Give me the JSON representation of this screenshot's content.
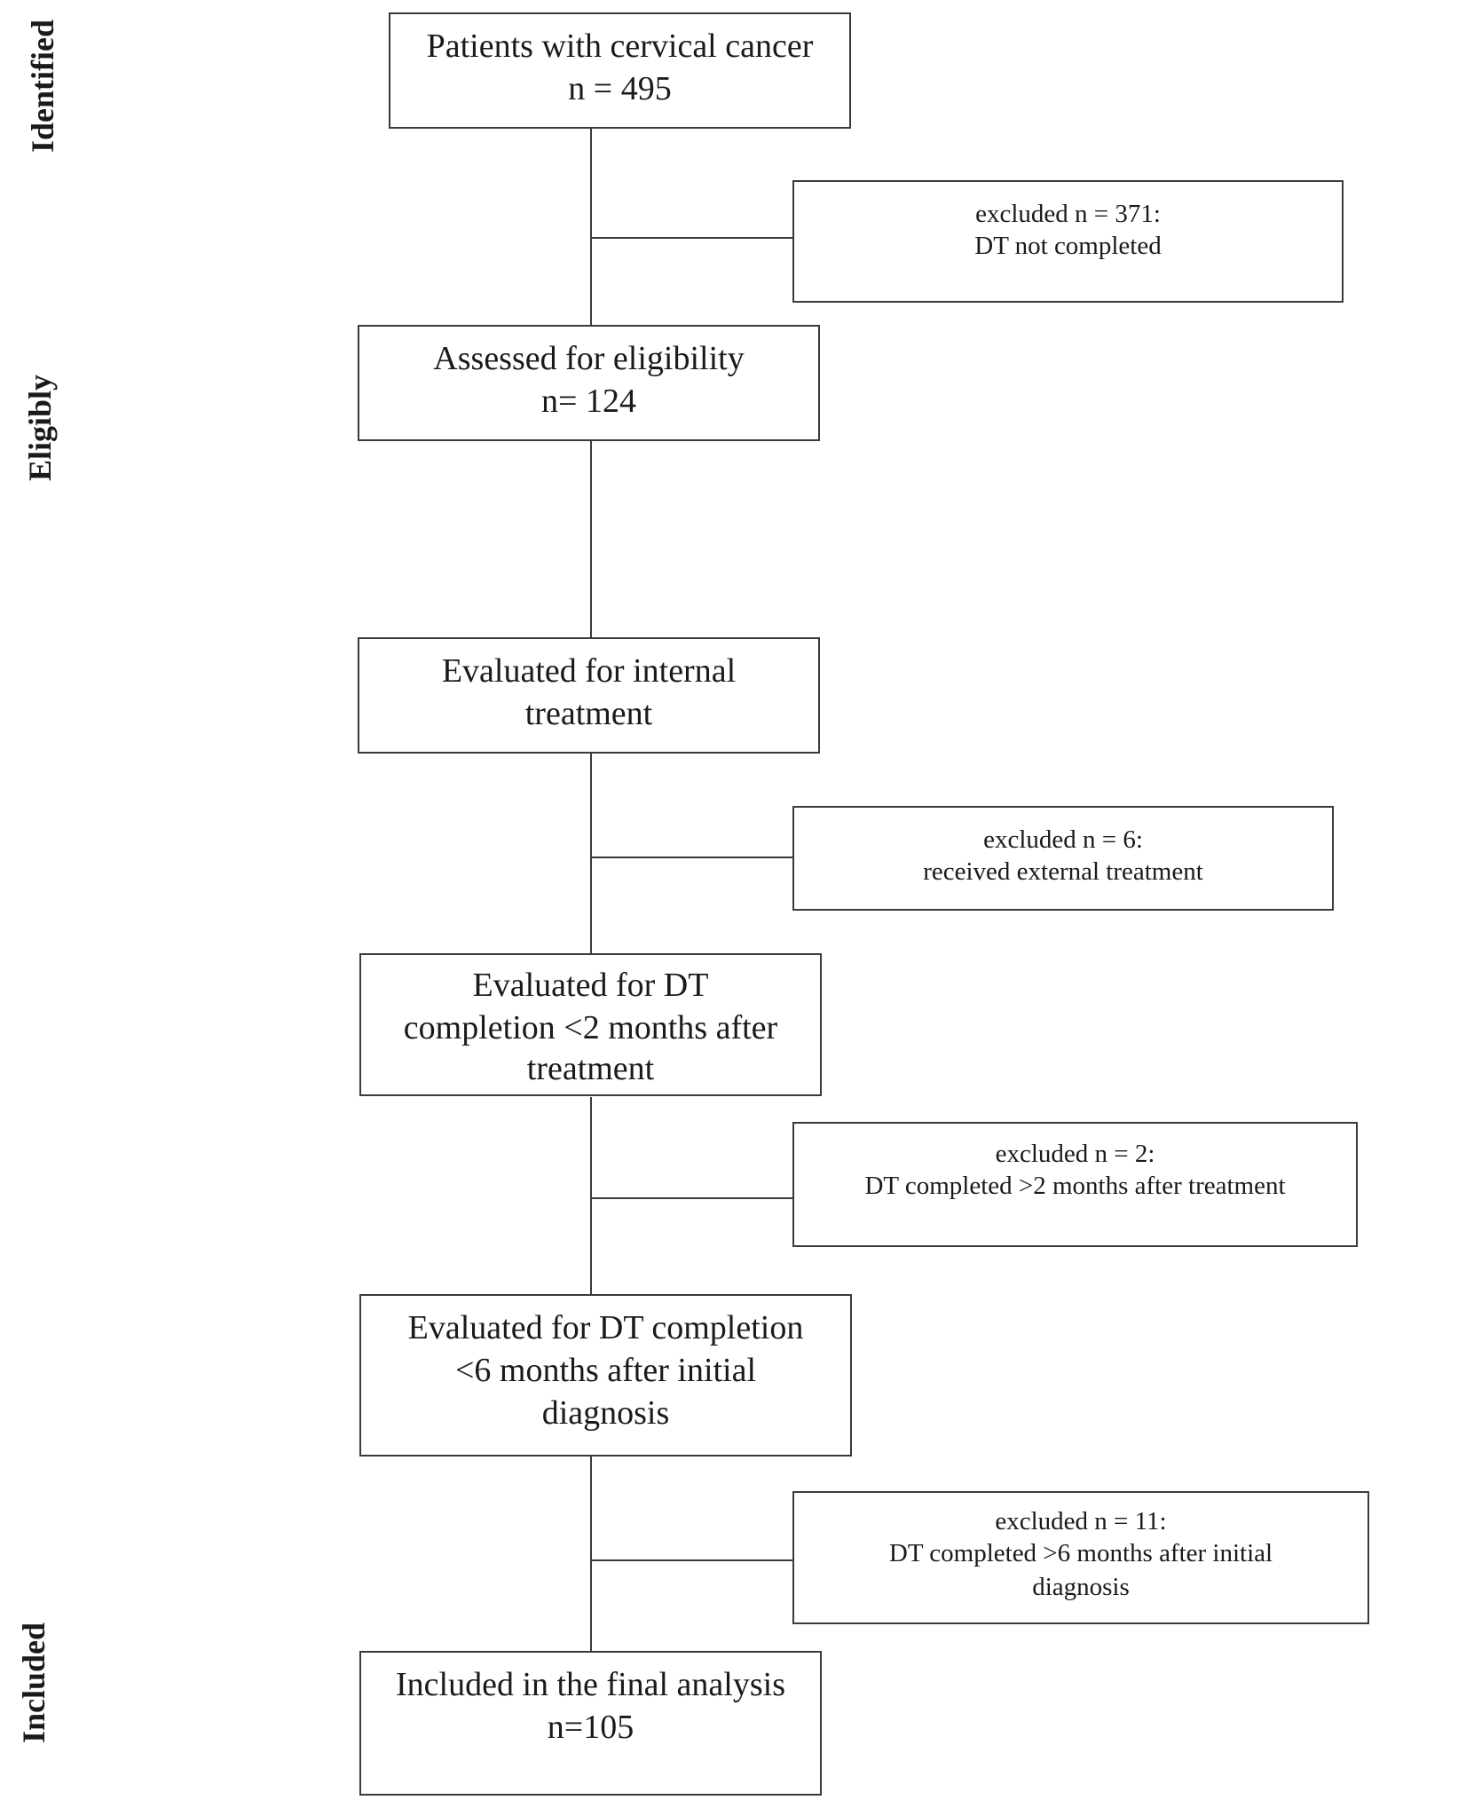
{
  "stages": {
    "identified": "Identified",
    "eligibly": "Eligibly",
    "included": "Included"
  },
  "boxes": {
    "patients": [
      "Patients with cervical cancer",
      "n = 495"
    ],
    "assessed": [
      "Assessed for eligibility",
      "n= 124"
    ],
    "internal": [
      "Evaluated for internal",
      "treatment"
    ],
    "dt2": [
      "Evaluated for DT",
      "completion <2 months after",
      "treatment"
    ],
    "dt6": [
      "Evaluated for DT completion",
      "<6 months after initial",
      "diagnosis"
    ],
    "final": [
      "Included in the final analysis",
      "n=105"
    ]
  },
  "exclusions": {
    "e371": [
      "excluded n = 371:",
      "DT not completed"
    ],
    "e6": [
      "excluded n = 6:",
      "received external treatment"
    ],
    "e2": [
      "excluded n = 2:",
      "DT completed >2 months after treatment"
    ],
    "e11": [
      "excluded n = 11:",
      "DT completed >6 months after initial",
      "diagnosis"
    ]
  }
}
